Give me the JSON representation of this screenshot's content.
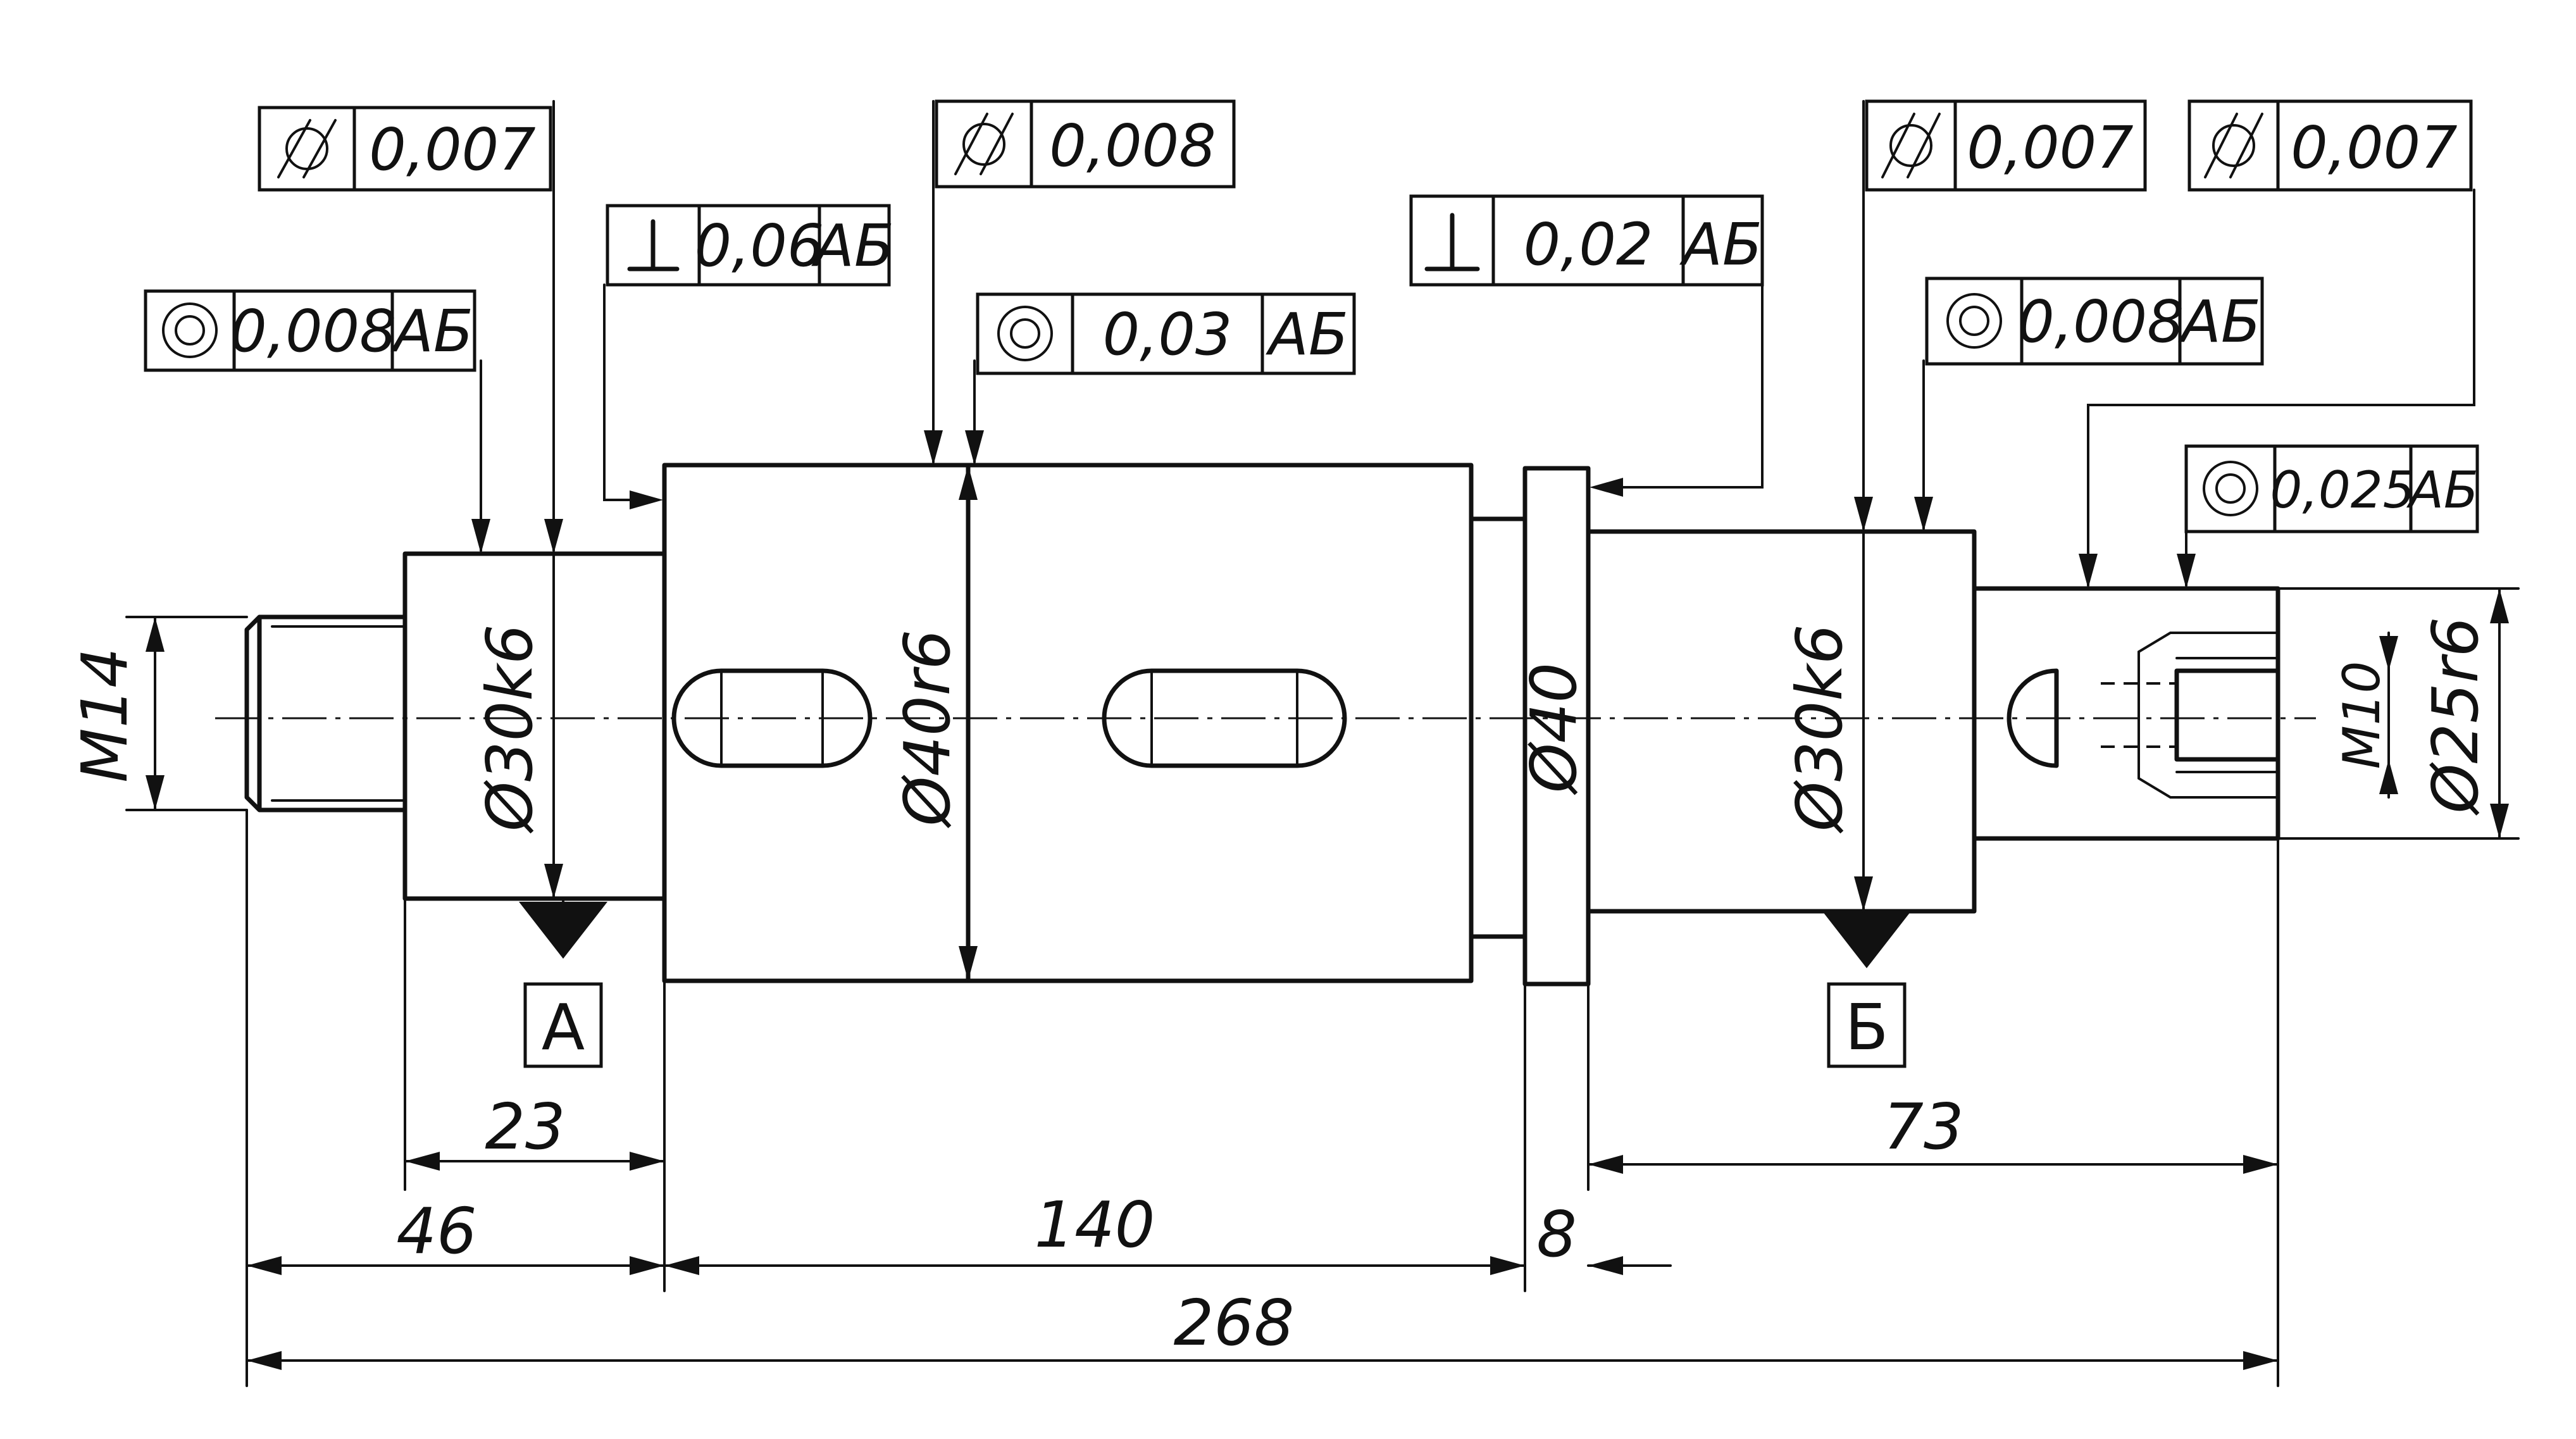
{
  "frames": {
    "cyl_left": {
      "symbol": "cylindricity",
      "tolerance": "0,007"
    },
    "conc_left": {
      "symbol": "concentricity",
      "tolerance": "0,008",
      "datum": "АБ"
    },
    "perp_left": {
      "symbol": "perpendicularity",
      "tolerance": "0,06",
      "datum": "АБ"
    },
    "cyl_mid": {
      "symbol": "cylindricity",
      "tolerance": "0,008"
    },
    "conc_mid": {
      "symbol": "concentricity",
      "tolerance": "0,03",
      "datum": "АБ"
    },
    "perp_right": {
      "symbol": "perpendicularity",
      "tolerance": "0,02",
      "datum": "АБ"
    },
    "cyl_right1": {
      "symbol": "cylindricity",
      "tolerance": "0,007"
    },
    "cyl_right2": {
      "symbol": "cylindricity",
      "tolerance": "0,007"
    },
    "conc_right": {
      "symbol": "concentricity",
      "tolerance": "0,008",
      "datum": "АБ"
    },
    "conc_end": {
      "symbol": "concentricity",
      "tolerance": "0,025",
      "datum": "АБ"
    }
  },
  "diameters": {
    "thread": "M14",
    "journal_left": "Ø30k6",
    "body": "Ø40r6",
    "collar": "Ø40",
    "journal_right": "Ø30k6",
    "end": "Ø25r6",
    "bore_thread": "M10"
  },
  "lengths": {
    "journal_left": "23",
    "left_part": "46",
    "body": "140",
    "collar": "8",
    "right_part": "73",
    "overall": "268"
  },
  "datums": {
    "a": "А",
    "b": "Б"
  }
}
